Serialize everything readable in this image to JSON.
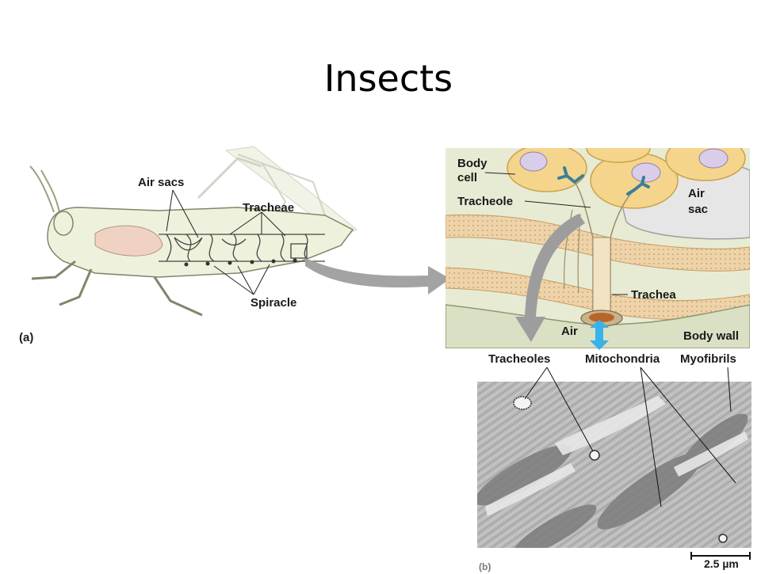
{
  "slide": {
    "title": "Insects"
  },
  "panel_a": {
    "tag": "(a)",
    "labels": {
      "air_sacs": "Air sacs",
      "tracheae": "Tracheae",
      "spiracle": "Spiracle"
    }
  },
  "panel_b": {
    "labels": {
      "body_cell_1": "Body",
      "body_cell_2": "cell",
      "tracheole": "Tracheole",
      "air_sac_1": "Air",
      "air_sac_2": "sac",
      "trachea": "Trachea",
      "air": "Air",
      "body_wall": "Body wall"
    }
  },
  "micrograph": {
    "labels": {
      "tracheoles": "Tracheoles",
      "mitochondria": "Mitochondria",
      "myofibrils": "Myofibrils"
    },
    "scale_bar": "2.5 µm",
    "tag": "(b)"
  },
  "colors": {
    "cell": "#f5d58c",
    "cell_outline": "#c9a24a",
    "nucleus": "#d9cdea",
    "tracheole_blue": "#3a7f9a",
    "air_sac": "#e6e6e6",
    "muscle": "#efd3a8",
    "background_tissue": "#e7ebd3",
    "body_wall": "#d9e0c4",
    "air_arrow": "#39b1ea",
    "gray_arrow": "#9d9d9d",
    "insect_body": "#eef2dc"
  }
}
